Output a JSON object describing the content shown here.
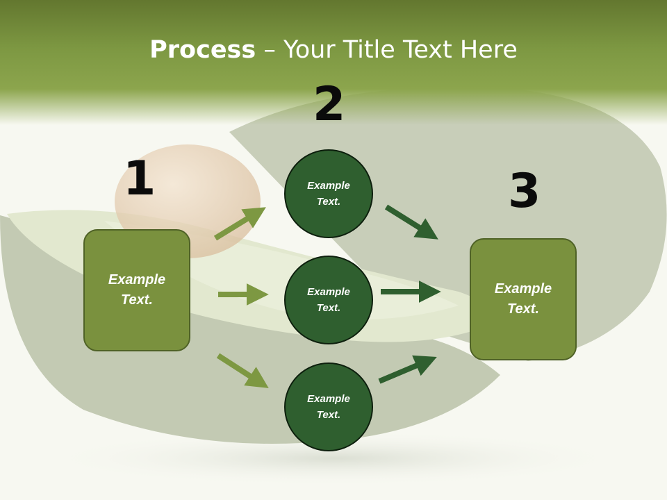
{
  "title": {
    "bold": "Process",
    "rest": " – Your Title Text Here"
  },
  "steps": [
    {
      "number": "1",
      "line1": "Example",
      "line2": "Text."
    },
    {
      "number": "2"
    },
    {
      "number": "3",
      "line1": "Example",
      "line2": "Text."
    }
  ],
  "circles": [
    {
      "line1": "Example",
      "line2": "Text."
    },
    {
      "line1": "Example",
      "line2": "Text."
    },
    {
      "line1": "Example",
      "line2": "Text."
    }
  ],
  "colors": {
    "header_green": "#7d9842",
    "box_fill": "#7a913e",
    "circle_fill": "#2f5f2f",
    "arrow_light": "#7d9842",
    "arrow_dark": "#2f5f2f"
  }
}
